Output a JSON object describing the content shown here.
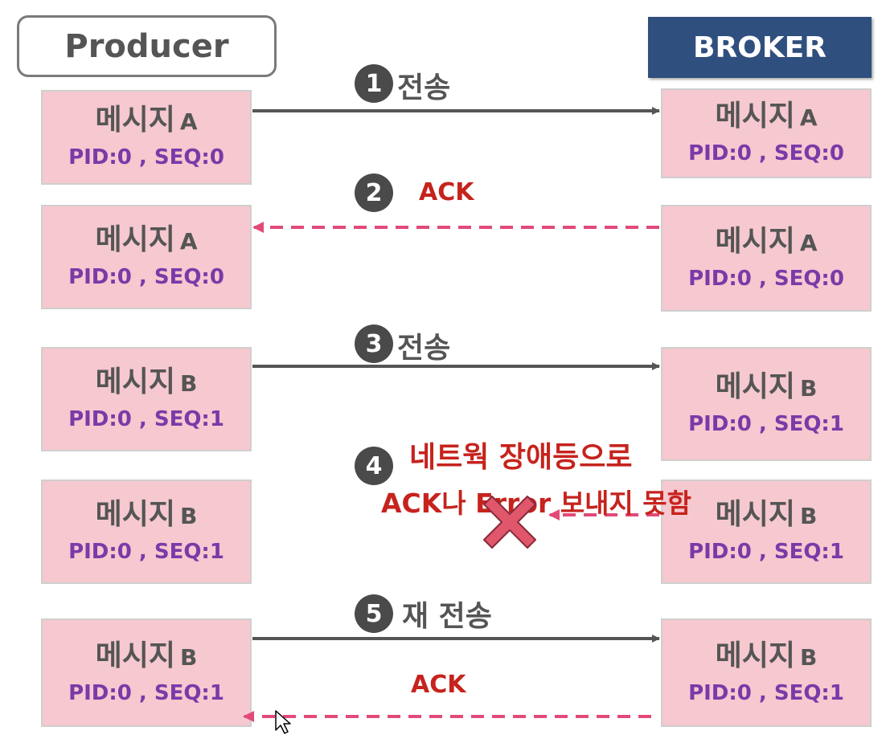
{
  "headers": {
    "producer": "Producer",
    "broker": "BROKER"
  },
  "rows": [
    {
      "producer": {
        "title": "메시지",
        "letter": "A",
        "meta": "PID:0 , SEQ:0"
      },
      "broker": {
        "title": "메시지",
        "letter": "A",
        "meta": "PID:0 , SEQ:0"
      }
    },
    {
      "producer": {
        "title": "메시지",
        "letter": "A",
        "meta": "PID:0 , SEQ:0"
      },
      "broker": {
        "title": "메시지",
        "letter": "A",
        "meta": "PID:0 , SEQ:0"
      }
    },
    {
      "producer": {
        "title": "메시지",
        "letter": "B",
        "meta": "PID:0 , SEQ:1"
      },
      "broker": {
        "title": "메시지",
        "letter": "B",
        "meta": "PID:0 , SEQ:1"
      }
    },
    {
      "producer": {
        "title": "메시지",
        "letter": "B",
        "meta": "PID:0 , SEQ:1"
      },
      "broker": {
        "title": "메시지",
        "letter": "B",
        "meta": "PID:0 , SEQ:1"
      }
    },
    {
      "producer": {
        "title": "메시지",
        "letter": "B",
        "meta": "PID:0 , SEQ:1"
      },
      "broker": {
        "title": "메시지",
        "letter": "B",
        "meta": "PID:0 , SEQ:1"
      }
    }
  ],
  "steps": [
    {
      "number": "1",
      "label": "전송"
    },
    {
      "number": "2",
      "label": "ACK"
    },
    {
      "number": "3",
      "label": "전송"
    },
    {
      "number": "4",
      "label_line1": "네트웍 장애등으로",
      "label_line2": "ACK나 Error 보내지 못함"
    },
    {
      "number": "5",
      "label": "재 전송",
      "ack_label": "ACK"
    }
  ],
  "colors": {
    "message_box": "#f6c8cf",
    "meta_text": "#7a3aa8",
    "broker_header": "#2f4f7e",
    "send_arrow": "#555555",
    "ack_arrow": "#e24a78",
    "error_text": "#c6231d",
    "failure_x": "#e0566b"
  },
  "icons": {
    "failure": "x-mark-icon",
    "cursor": "mouse-cursor-icon"
  }
}
